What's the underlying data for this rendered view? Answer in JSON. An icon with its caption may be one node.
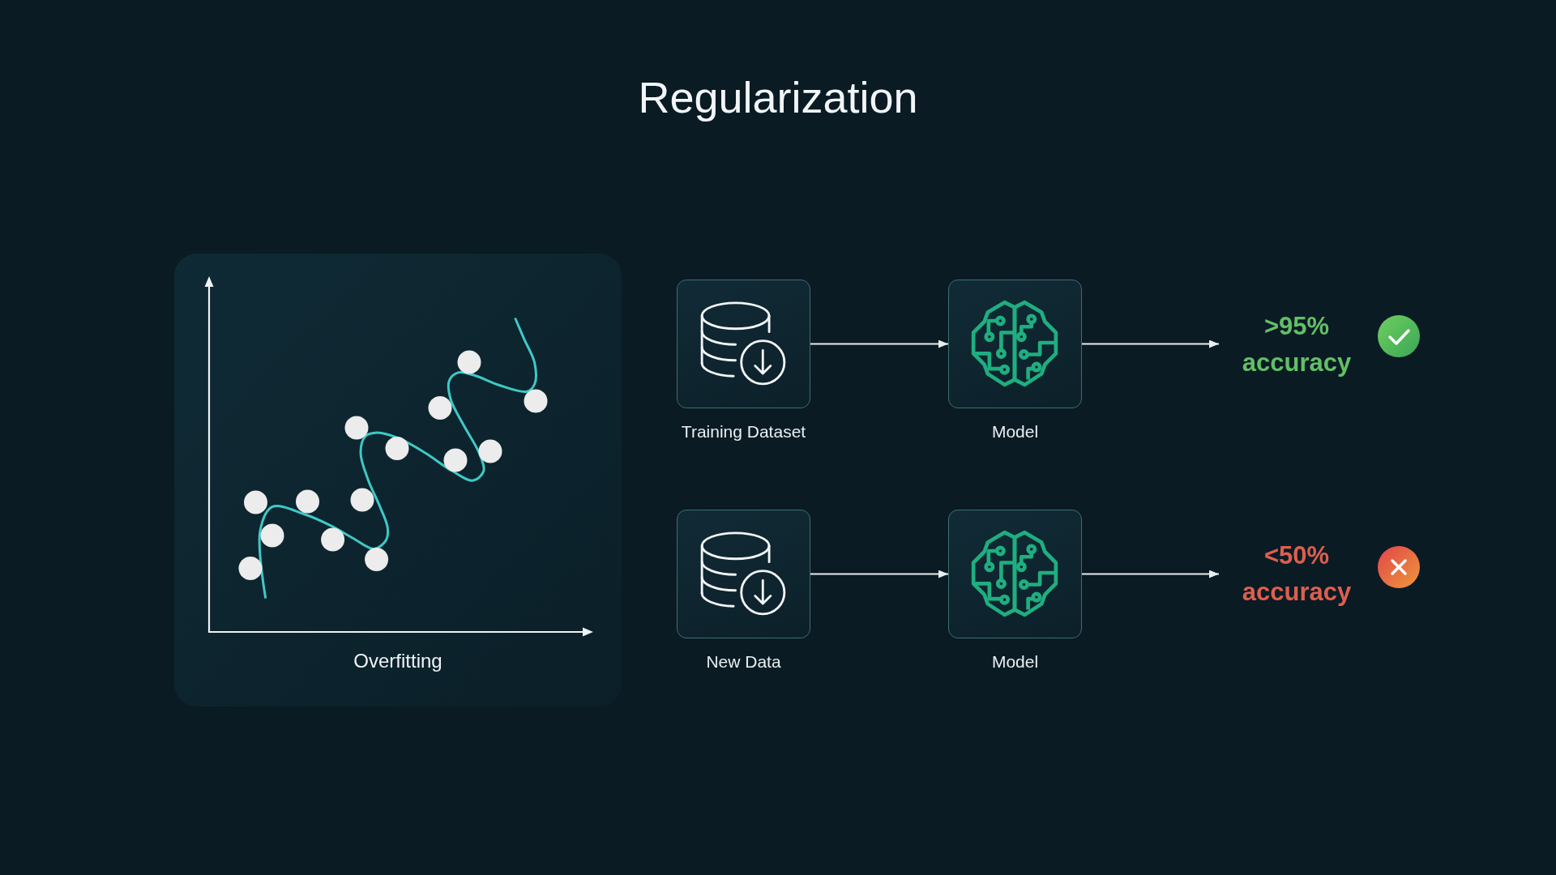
{
  "diagram": {
    "title": "Regularization",
    "nodes": [
      {
        "text": [
          "Overfitting"
        ]
      },
      {
        "text": [],
        "shape": "box",
        "beside": [
          "Training Dataset"
        ]
      },
      {
        "text": [],
        "shape": "box",
        "beside": [
          "Model"
        ]
      },
      {
        "text": [
          ">95% accuracy"
        ]
      },
      {
        "text": [],
        "shape": "box",
        "beside": [
          "New Data"
        ]
      },
      {
        "text": [],
        "shape": "box",
        "beside": [
          "Model"
        ]
      },
      {
        "text": [
          "<50% accuracy"
        ]
      }
    ],
    "edges": [
      {
        "from": 1,
        "to": 2,
        "arrow": "to"
      },
      {
        "from": 2,
        "to": 3,
        "arrow": "to"
      },
      {
        "from": 4,
        "to": 5,
        "arrow": "to"
      },
      {
        "from": 5,
        "to": 6,
        "arrow": "to"
      }
    ]
  }
}
